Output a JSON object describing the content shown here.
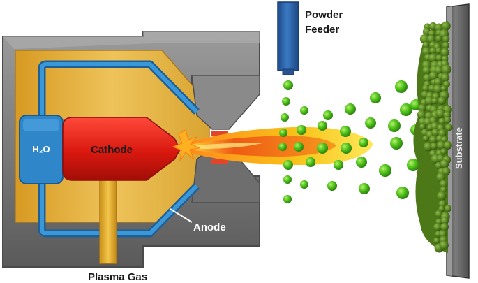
{
  "labels": {
    "powder_feeder_line1": "Powder",
    "powder_feeder_line2": "Feeder",
    "water": "H₂O",
    "cathode": "Cathode",
    "anode": "Anode",
    "plasma_gas": "Plasma Gas",
    "substrate": "Substrate"
  },
  "colors": {
    "gun_body": "#7d7d7d",
    "gun_body_dark": "#5a5a5a",
    "gun_body_light": "#a0a0a0",
    "gas_chamber": "#e3b33a",
    "cooling_pipe": "#2f83c7",
    "water_block": "#2f86c8",
    "cathode": "#e0201c",
    "plasma_gas_tube": "#e4b02e",
    "feeder": "#2e62a8",
    "plume_outer": "#f7d31a",
    "plume_inner": "#ef4a14",
    "particle": "#4dc21a",
    "coating": "#5d8a22",
    "substrate_plate": "#5f5f5f"
  },
  "icons": [
    "spark-icon"
  ]
}
